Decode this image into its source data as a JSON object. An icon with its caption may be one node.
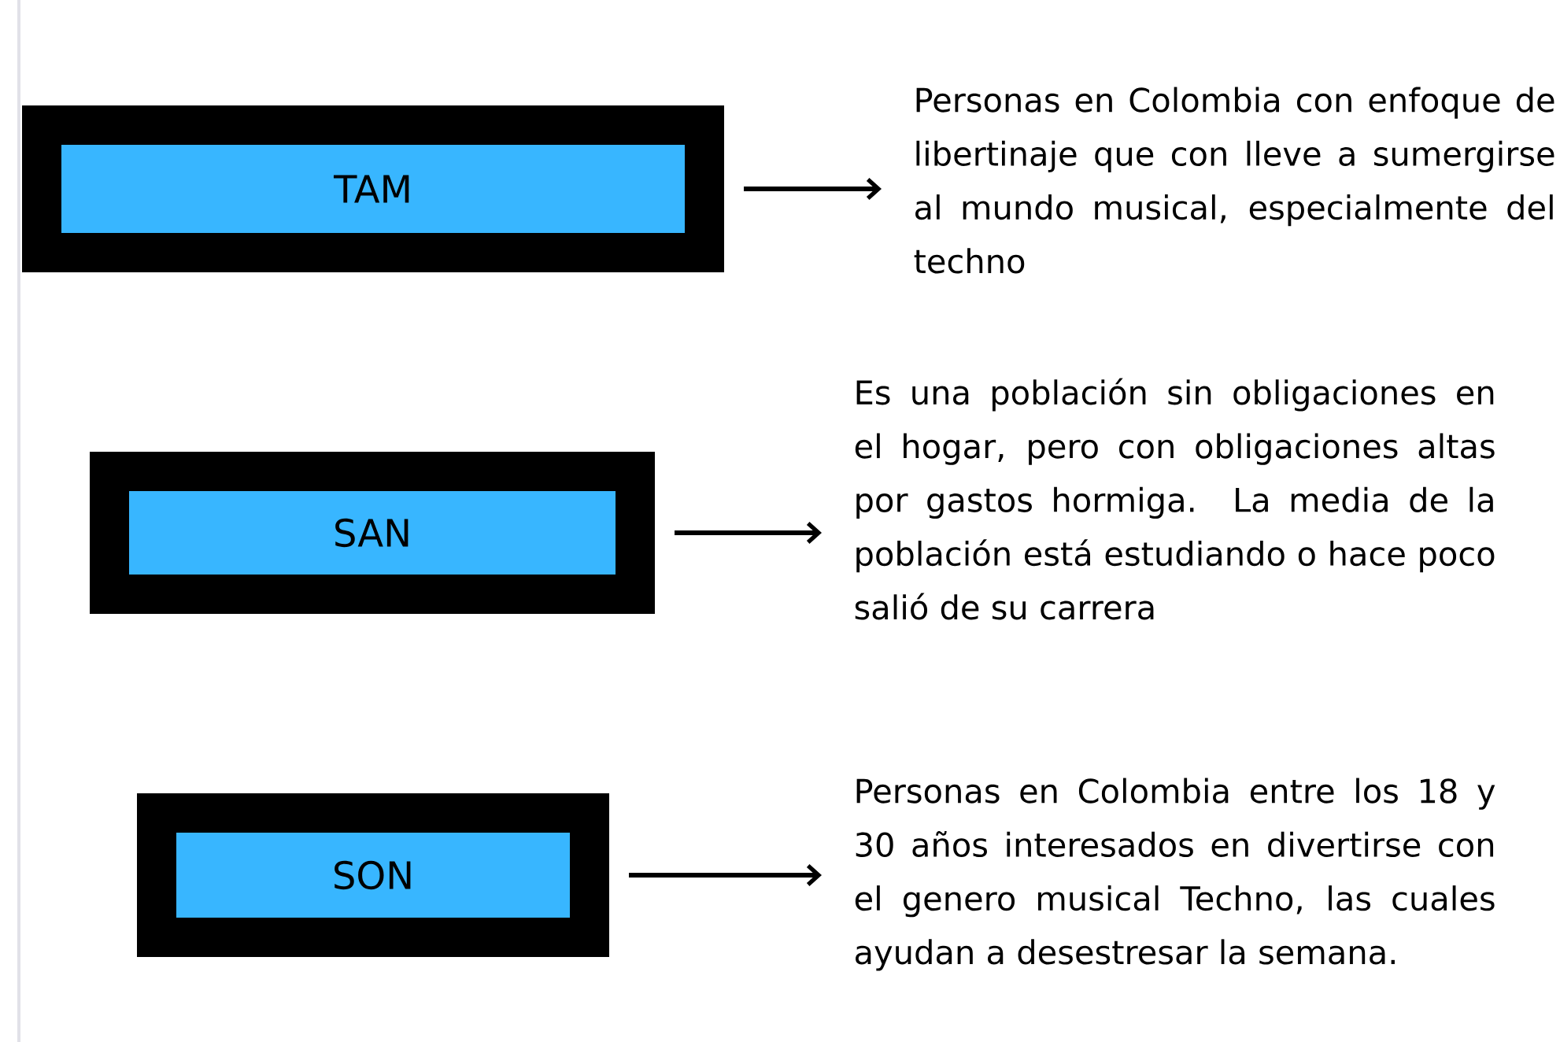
{
  "diagram": {
    "nodes": [
      {
        "text": [
          "TAM"
        ]
      },
      {
        "text": [
          "SAN"
        ]
      },
      {
        "text": [
          "SON"
        ]
      },
      {
        "text": [
          "Personas en Colombia con enfoque de libertinaje que con lleve a sumergirse al mundo musical, especialmente del techno"
        ]
      },
      {
        "text": [
          "Es una población sin obligaciones en el hogar, pero con obligaciones altas por gastos hormiga. La media de la población está estudiando o hace poco salió de su carrera"
        ]
      },
      {
        "text": [
          "Personas en Colombia entre los 18 y 30 años interesados en divertirse con el genero musical Techno, las cuales ayudan a desestresar la semana."
        ]
      }
    ],
    "edges": [
      {
        "from": 0,
        "to": 3,
        "arrow": "to"
      },
      {
        "from": 1,
        "to": 4,
        "arrow": "to"
      },
      {
        "from": 2,
        "to": 5,
        "arrow": "to"
      }
    ]
  }
}
